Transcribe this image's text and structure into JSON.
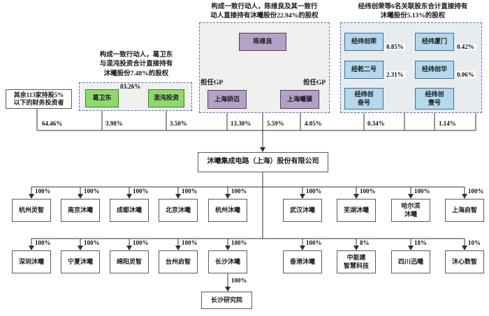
{
  "company": {
    "name": "沐曦集成电路（上海）股份有限公司"
  },
  "top": {
    "other_investors": {
      "name": "其余113家持股5%\n以下的财务投资者",
      "pct": "64.46%"
    },
    "green": {
      "caption": "构成一致行动人，葛卫东\n与混沌投资合计直接持有\n沐曦股份7.48%的股权",
      "box1": {
        "name": "葛卫东",
        "pct": "3.98%"
      },
      "box2": {
        "name": "混沌投资",
        "pct": "3.50%"
      },
      "arrow_pct": "83.26%"
    },
    "purple": {
      "caption": "构成一致行动人，陈维良及其一致行\n动人直接持有沐曦股份22.94%的股权",
      "head": {
        "name": "陈维良",
        "pct": "5.59%"
      },
      "gp_left": "担任GP",
      "gp_right": "担任GP",
      "left": {
        "name": "上海骄迈",
        "pct": "13.30%"
      },
      "right": {
        "name": "上海曦骥",
        "pct": "4.05%"
      }
    },
    "blue": {
      "caption": "经纬创荣等6名关联股东合计直接持有\n沐曦股份5.13%的股权",
      "b1": {
        "name": "经纬创荣",
        "pct": "0.85%"
      },
      "b2": {
        "name": "经纬厦门",
        "pct": "0.42%"
      },
      "b3": {
        "name": "经乾二号",
        "pct": "2.31%"
      },
      "b4": {
        "name": "经纬创华",
        "pct": "0.06%"
      },
      "b5": {
        "name": "经纬创\n叁号",
        "pct": "0.34%"
      },
      "b6": {
        "name": "经纬创\n壹号",
        "pct": "1.14%"
      }
    }
  },
  "subs": {
    "row1": [
      {
        "name": "杭州灵智",
        "pct": "100%"
      },
      {
        "name": "南京沐曦",
        "pct": "100%"
      },
      {
        "name": "成都沐曦",
        "pct": "100%"
      },
      {
        "name": "北京沐曦",
        "pct": "100%"
      },
      {
        "name": "杭州沐曦",
        "pct": "100%"
      },
      {
        "name": "武汉沐曦",
        "pct": "100%"
      },
      {
        "name": "芜湖沐曦",
        "pct": "100%"
      },
      {
        "name": "哈尔滨\n沐曦",
        "pct": "100%"
      },
      {
        "name": "上海启智",
        "pct": "100%"
      }
    ],
    "row2": [
      {
        "name": "深圳沐曦",
        "pct": "100%"
      },
      {
        "name": "宁夏沐曦",
        "pct": "100%"
      },
      {
        "name": "绵阳灵智",
        "pct": "100%"
      },
      {
        "name": "台州启智",
        "pct": "100%"
      },
      {
        "name": "长沙沐曦",
        "pct": "100%"
      },
      {
        "name": "香港沐曦",
        "pct": "100%"
      },
      {
        "name": "中能建\n智慧科技",
        "pct": "8%"
      },
      {
        "name": "四川迅曦",
        "pct": "18%"
      },
      {
        "name": "沐心数智",
        "pct": "10%"
      }
    ],
    "research": {
      "name": "长沙研究院",
      "pct": "100%"
    }
  },
  "colors": {
    "green_fill": "#8fd86e",
    "green_border": "#3f7a28",
    "purple_fill": "#b5a0c6",
    "purple_border": "#4f3f5e",
    "blue_fill": "#b5d8ec",
    "blue_border": "#3c6e9f",
    "group_dash": "#4573c4",
    "line": "#303030"
  }
}
